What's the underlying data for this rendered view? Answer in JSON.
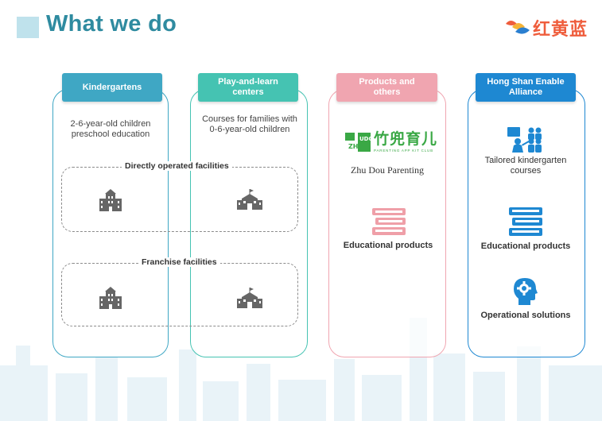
{
  "header": {
    "title": "What we do",
    "logo_text": "红黄蓝"
  },
  "columns": [
    {
      "label": "Kindergartens",
      "description": "2-6-year-old children preschool education",
      "color": "#3fa7c4"
    },
    {
      "label": "Play-and-learn centers",
      "description": "Courses for families with 0-6-year-old children",
      "color": "#45c3b2"
    },
    {
      "label": "Products and others",
      "color": "#f0a5b0",
      "brand_name": "Zhu Dou Parenting",
      "brand_logo_text": "竹兜育儿",
      "brand_tagline": "PARENTING APP  KIT  CLUB",
      "item_2": "Educational products"
    },
    {
      "label": "Hong Shan Enable Alliance",
      "color": "#1e88d2",
      "item_1": "Tailored kindergarten courses",
      "item_2": "Educational products",
      "item_3": "Operational solutions"
    }
  ],
  "facilities": {
    "direct": "Directly operated facilities",
    "franchise": "Franchise facilities"
  },
  "icons": {
    "building": "building-icon",
    "school": "school-icon",
    "books": "books-icon",
    "teacher": "teacher-icon",
    "gear_head": "gear-head-icon"
  }
}
